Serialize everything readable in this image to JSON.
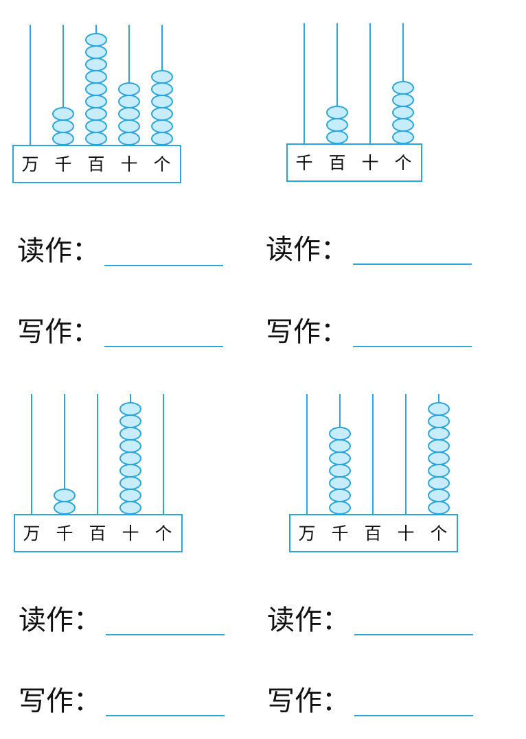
{
  "abacuses": [
    {
      "labels": [
        "万",
        "千",
        "百",
        "十",
        "个"
      ],
      "beads": [
        0,
        3,
        9,
        5,
        6
      ]
    },
    {
      "labels": [
        "千",
        "百",
        "十",
        "个"
      ],
      "beads": [
        0,
        3,
        0,
        5
      ]
    },
    {
      "labels": [
        "万",
        "千",
        "百",
        "十",
        "个"
      ],
      "beads": [
        0,
        2,
        0,
        9,
        0
      ]
    },
    {
      "labels": [
        "万",
        "千",
        "百",
        "十",
        "个"
      ],
      "beads": [
        0,
        7,
        0,
        0,
        9
      ]
    }
  ],
  "answers": {
    "read_label": "读作：",
    "write_label": "写作："
  },
  "colors": {
    "rod": "#2ba6dc",
    "bead_fill": "#c7ecfb",
    "bead_stroke": "#2ba6dc",
    "text": "#111111"
  }
}
